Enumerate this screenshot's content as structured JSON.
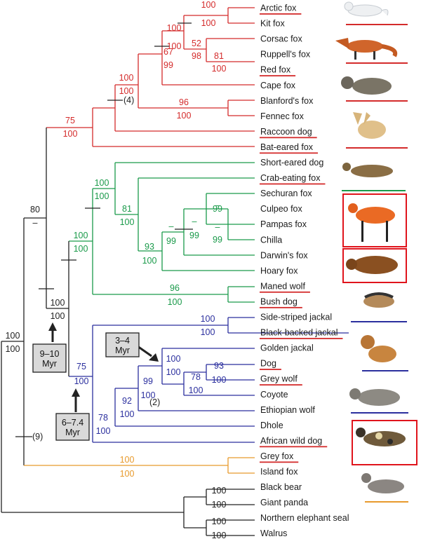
{
  "colors": {
    "red": "#d42b2b",
    "green": "#1a9a4a",
    "blue": "#2b2f9e",
    "orange": "#e89a2c",
    "black": "#222222",
    "calbg": "#d9d9d9"
  },
  "taxa": [
    {
      "name": "Arctic fox",
      "u": true
    },
    {
      "name": "Kit fox",
      "u": false
    },
    {
      "name": "Corsac fox",
      "u": false
    },
    {
      "name": "Ruppell's fox",
      "u": false
    },
    {
      "name": "Red fox",
      "u": true
    },
    {
      "name": "Cape fox",
      "u": false
    },
    {
      "name": "Blanford's fox",
      "u": false
    },
    {
      "name": "Fennec fox",
      "u": false
    },
    {
      "name": "Raccoon dog",
      "u": true
    },
    {
      "name": "Bat-eared fox",
      "u": true
    },
    {
      "name": "Short-eared dog",
      "u": false
    },
    {
      "name": "Crab-eating fox",
      "u": true
    },
    {
      "name": "Sechuran fox",
      "u": false
    },
    {
      "name": "Culpeo fox",
      "u": false
    },
    {
      "name": "Pampas fox",
      "u": false
    },
    {
      "name": "Chilla",
      "u": false
    },
    {
      "name": "Darwin's fox",
      "u": false
    },
    {
      "name": "Hoary fox",
      "u": false
    },
    {
      "name": "Maned wolf",
      "u": true
    },
    {
      "name": "Bush dog",
      "u": true
    },
    {
      "name": "Side-striped jackal",
      "u": false
    },
    {
      "name": "Black-backed jackal",
      "u": true
    },
    {
      "name": "Golden jackal",
      "u": false
    },
    {
      "name": "Dog",
      "u": true
    },
    {
      "name": "Grey wolf",
      "u": true
    },
    {
      "name": "Coyote",
      "u": false
    },
    {
      "name": "Ethiopian wolf",
      "u": false
    },
    {
      "name": "Dhole",
      "u": false
    },
    {
      "name": "African wild dog",
      "u": true
    },
    {
      "name": "Grey fox",
      "u": true
    },
    {
      "name": "Island fox",
      "u": false
    },
    {
      "name": "Black bear",
      "u": false
    },
    {
      "name": "Giant panda",
      "u": false
    },
    {
      "name": "Northern elephant seal",
      "u": false
    },
    {
      "name": "Walrus",
      "u": false
    }
  ],
  "support": [
    {
      "id": "arc",
      "top": "100",
      "bot": "100"
    },
    {
      "id": "cors",
      "top": "100",
      "bot": "100"
    },
    {
      "id": "cor1",
      "top": "52",
      "bot": "98"
    },
    {
      "id": "rup",
      "top": "81",
      "bot": "100"
    },
    {
      "id": "cape",
      "top": "67",
      "bot": "99"
    },
    {
      "id": "vul",
      "top": "100",
      "bot": "100"
    },
    {
      "id": "blan",
      "top": "96",
      "bot": "100"
    },
    {
      "id": "red",
      "top": "75",
      "bot": "100"
    },
    {
      "id": "sa",
      "top": "100",
      "bot": "100"
    },
    {
      "id": "sa2",
      "top": "81",
      "bot": "100"
    },
    {
      "id": "lyc",
      "top": "93",
      "bot": "100"
    },
    {
      "id": "lyc2",
      "top": "–",
      "bot": "99"
    },
    {
      "id": "lyc3",
      "top": "–",
      "bot": "99"
    },
    {
      "id": "sech",
      "top": "–",
      "bot": "99"
    },
    {
      "id": "pamp",
      "top": "–",
      "bot": "99"
    },
    {
      "id": "green",
      "top": "100",
      "bot": "100"
    },
    {
      "id": "maned",
      "top": "96",
      "bot": "100"
    },
    {
      "id": "redgreen",
      "top": "80",
      "bot": "–"
    },
    {
      "id": "sa3",
      "top": "100",
      "bot": "100"
    },
    {
      "id": "jack",
      "top": "100",
      "bot": "100"
    },
    {
      "id": "blue",
      "top": "75",
      "bot": "100"
    },
    {
      "id": "wolf",
      "top": "100",
      "bot": "100"
    },
    {
      "id": "dog",
      "top": "93",
      "bot": "100"
    },
    {
      "id": "coy",
      "top": "78",
      "bot": "100"
    },
    {
      "id": "eth",
      "top": "99",
      "bot": "100"
    },
    {
      "id": "dhole",
      "top": "92",
      "bot": "100"
    },
    {
      "id": "awd",
      "top": "78",
      "bot": "100"
    },
    {
      "id": "canid",
      "top": "100",
      "bot": "100"
    },
    {
      "id": "grey",
      "top": "100",
      "bot": "100"
    },
    {
      "id": "bear",
      "top": "100",
      "bot": "100"
    },
    {
      "id": "seal",
      "top": "100",
      "bot": "100"
    }
  ],
  "marks": {
    "vul": "(4)",
    "eth": "(2)",
    "canid": "(9)"
  },
  "calibrations": [
    {
      "l1": "9–10",
      "l2": "Myr"
    },
    {
      "l1": "3–4",
      "l2": "Myr"
    },
    {
      "l1": "6–7.4",
      "l2": "Myr"
    }
  ]
}
